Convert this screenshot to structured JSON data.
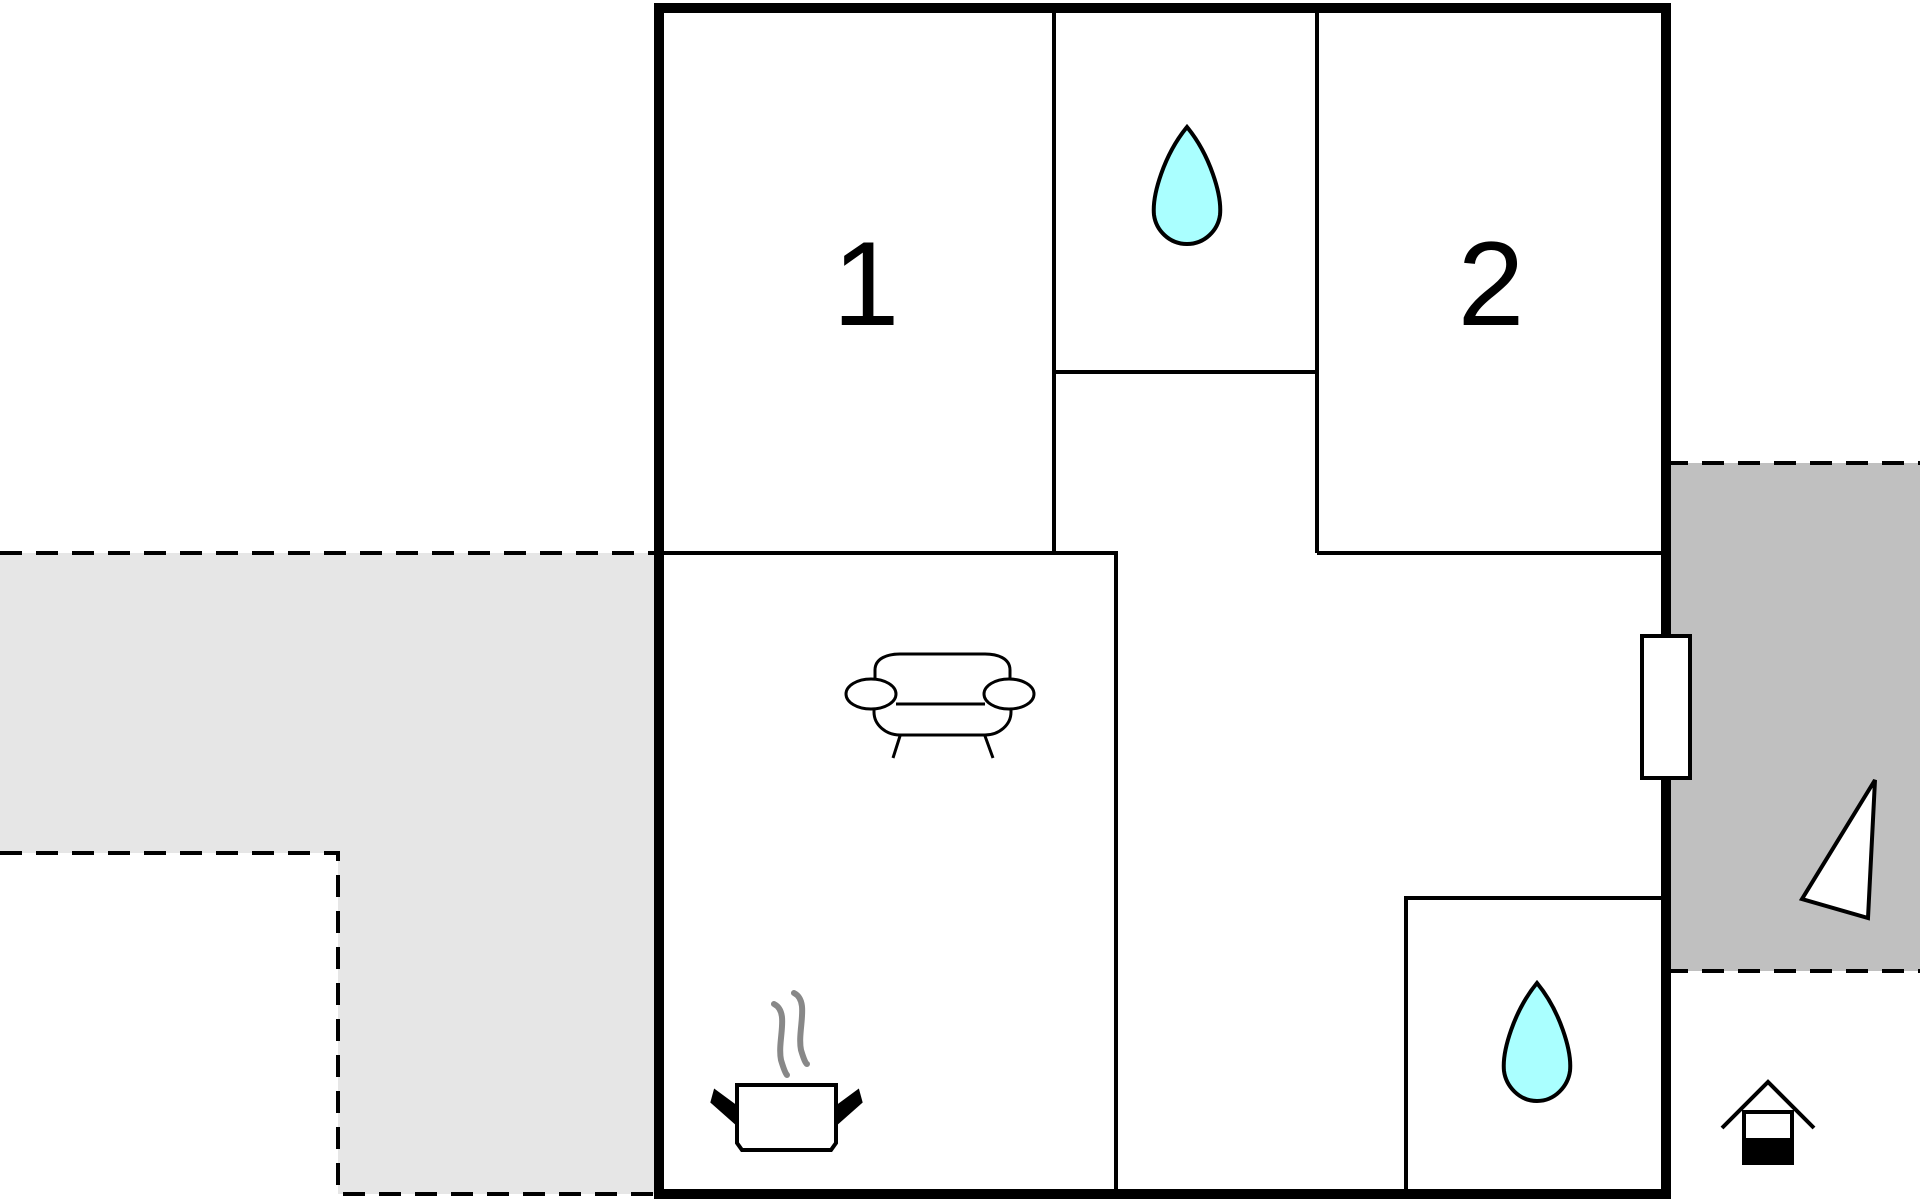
{
  "floorplan": {
    "rooms": [
      {
        "id": "bedroom-1",
        "label": "1"
      },
      {
        "id": "bedroom-2",
        "label": "2"
      }
    ],
    "icons": [
      "water-drop-icon",
      "water-drop-icon",
      "sofa-icon",
      "cooking-pot-icon",
      "entrance-marker-icon",
      "fireplace-icon"
    ],
    "colors": {
      "wall": "#000000",
      "water_drop_fill": "#aaffff",
      "terrace_light": "#e6e6e6",
      "terrace_dark": "#c0c0c0",
      "steam": "#888888"
    }
  }
}
